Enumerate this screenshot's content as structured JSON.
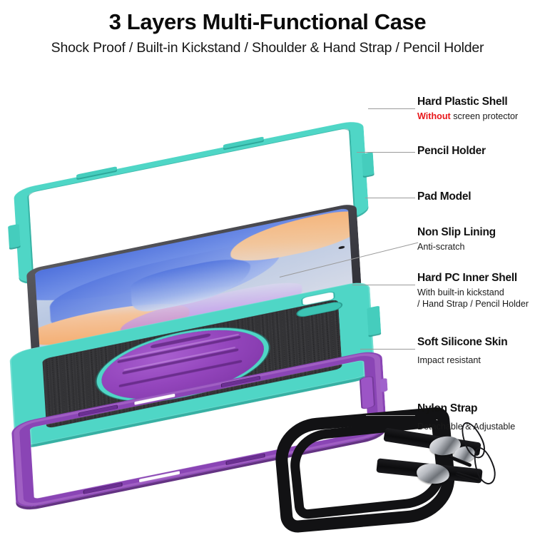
{
  "header": {
    "title": "3 Layers Multi-Functional Case",
    "subtitle": "Shock Proof / Built-in Kickstand / Shoulder & Hand Strap / Pencil Holder"
  },
  "colors": {
    "teal_shell": "#4FD6C6",
    "teal_shell_shadow": "#2EB2A4",
    "purple_silicone": "#8A45B5",
    "purple_kickstand": "#9446BD",
    "foam_black": "#333336",
    "tablet_bezel": "#43434A",
    "strap_black": "#121214",
    "clip_silver": "#B9BCC2",
    "accent_red": "#E8171A",
    "leader_line": "#9A9A9A",
    "text_black": "#111111"
  },
  "callouts": [
    {
      "id": "hard-plastic-shell",
      "title": "Hard Plastic Shell",
      "sub_accent": "Without",
      "sub_rest": " screen protector",
      "has_accent": true
    },
    {
      "id": "pencil-holder",
      "title": "Pencil Holder",
      "sub": "",
      "has_accent": false
    },
    {
      "id": "pad-model",
      "title": "Pad Model",
      "sub": "",
      "has_accent": false
    },
    {
      "id": "non-slip-lining",
      "title": "Non Slip Lining",
      "sub": "Anti-scratch",
      "has_accent": false
    },
    {
      "id": "hard-pc-inner-shell",
      "title": "Hard PC Inner Shell",
      "sub_line1": "With built-in kickstand",
      "sub_line2": "/ Hand Strap / Pencil Holder",
      "has_accent": false
    },
    {
      "id": "soft-silicone-skin",
      "title": "Soft Silicone Skin",
      "sub": "Impact resistant",
      "has_accent": false
    },
    {
      "id": "nylon-strap",
      "title": "Nylon Strap",
      "sub": "Detachable & Adjustable",
      "has_accent": false
    }
  ],
  "product_layers": [
    {
      "id": "hard-shell",
      "name": "Hard Plastic Shell",
      "color": "#4FD6C6"
    },
    {
      "id": "pad-model",
      "name": "Pad Model",
      "color": "#43434A"
    },
    {
      "id": "inner-shell",
      "name": "Hard PC Inner Shell",
      "color": "#4FD6C6"
    },
    {
      "id": "kickstand",
      "name": "Rotating Kickstand",
      "color": "#9446BD"
    },
    {
      "id": "silicone",
      "name": "Soft Silicone Skin",
      "color": "#8A45B5"
    },
    {
      "id": "nylon-strap",
      "name": "Nylon Strap",
      "color": "#121214"
    }
  ]
}
